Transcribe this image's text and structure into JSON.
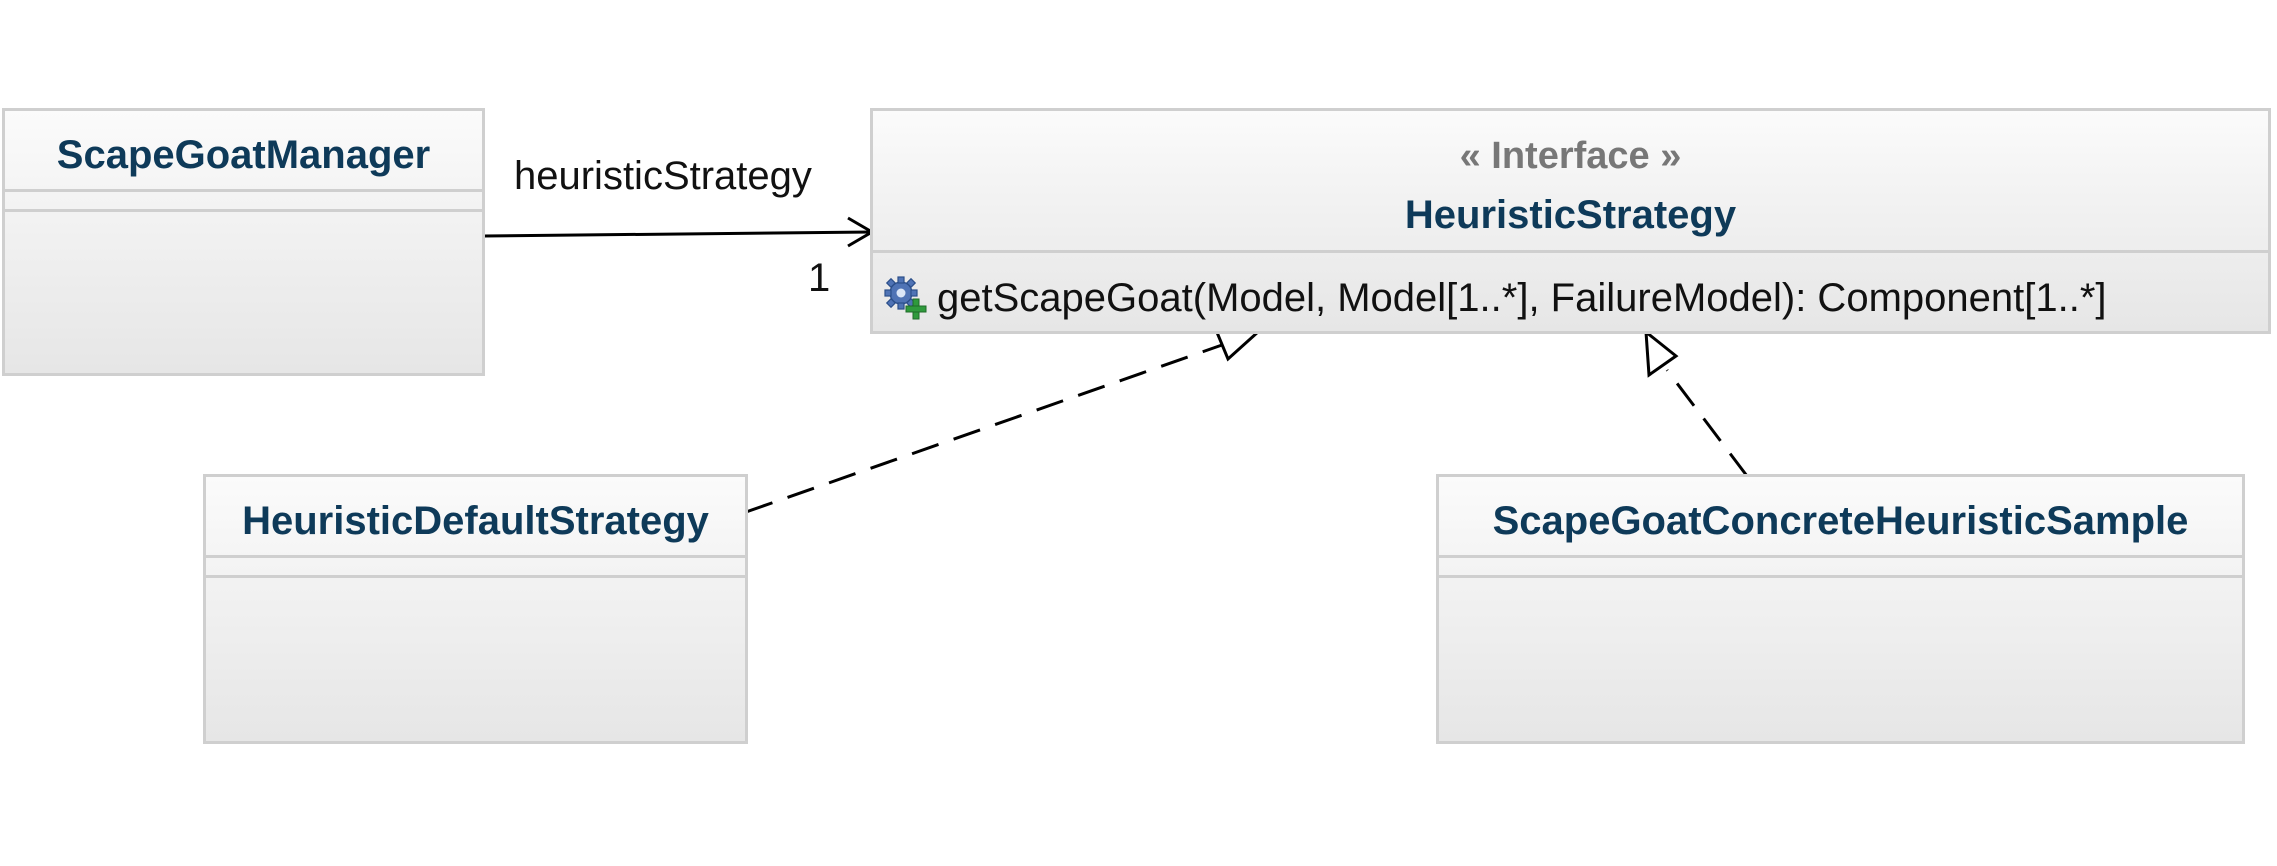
{
  "classes": {
    "manager": {
      "name": "ScapeGoatManager"
    },
    "strategy": {
      "stereotype": "« Interface »",
      "name": "HeuristicStrategy",
      "operation": "getScapeGoat(Model, Model[1..*], FailureModel): Component[1..*]"
    },
    "default_strategy": {
      "name": "HeuristicDefaultStrategy"
    },
    "concrete_sample": {
      "name": "ScapeGoatConcreteHeuristicSample"
    }
  },
  "association": {
    "role_name": "heuristicStrategy",
    "multiplicity": "1"
  },
  "icons": {
    "operation_icon": "public-operation-gear-plus-icon"
  },
  "colors": {
    "class_name": "#0e3a59",
    "stereotype": "#777777",
    "box_border": "#cfcfcf",
    "line": "#000000"
  }
}
